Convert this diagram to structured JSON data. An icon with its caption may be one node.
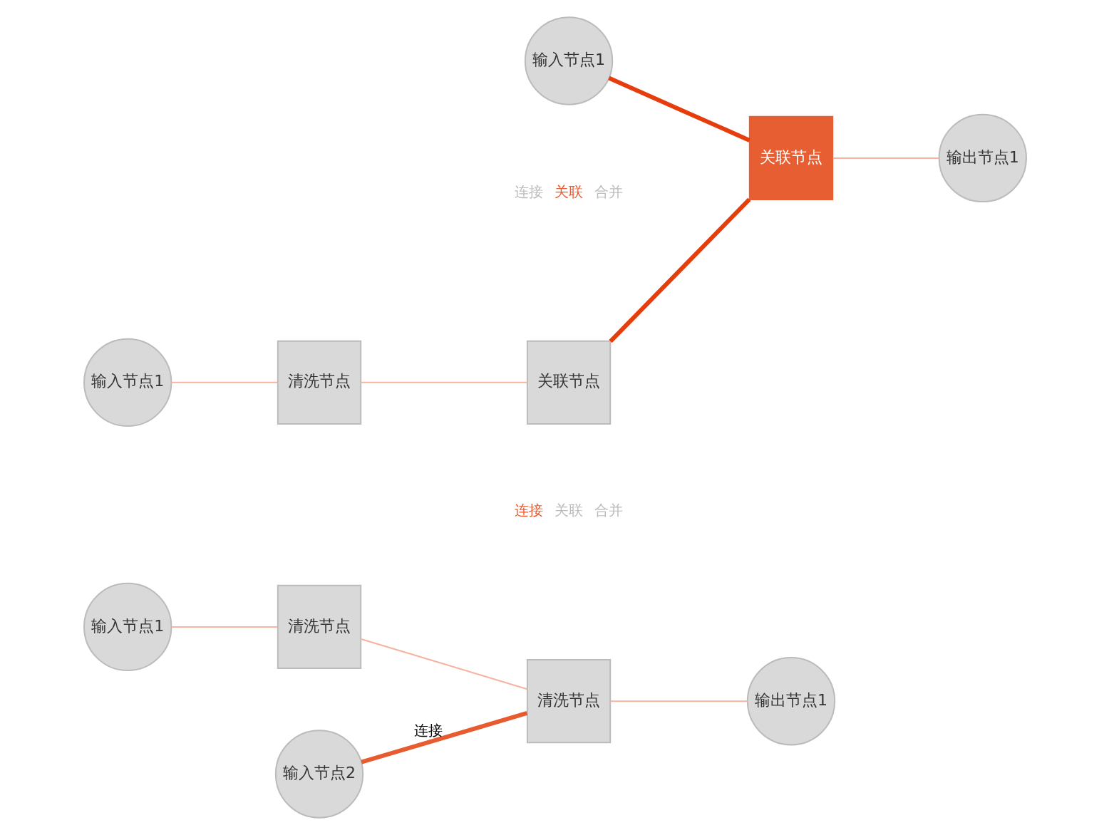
{
  "diagram": {
    "nodes": [
      {
        "text": [
          "输入节点1"
        ]
      },
      {
        "text": [
          "清洗节点"
        ]
      },
      {
        "text": [
          "清洗节点"
        ]
      },
      {
        "text": [
          "输出节点1"
        ]
      },
      {
        "text": [
          "输入节点2"
        ]
      },
      {
        "text": [
          "输入节点1"
        ]
      },
      {
        "text": [
          "清洗节点"
        ]
      },
      {
        "text": [
          "关联节点"
        ]
      },
      {
        "text": [
          "关联节点"
        ]
      },
      {
        "text": [
          "输出节点1"
        ]
      },
      {
        "text": [
          "输入节点1"
        ]
      }
    ],
    "edges": [
      {
        "from": 0,
        "to": 1,
        "arrow": "none"
      },
      {
        "from": 1,
        "to": 2,
        "arrow": "none"
      },
      {
        "from": 2,
        "to": 3,
        "arrow": "none"
      },
      {
        "from": 4,
        "to": 2,
        "arrow": "none",
        "label": "连接",
        "style": "thick",
        "color": "#e85a30"
      },
      {
        "from": 5,
        "to": 6,
        "arrow": "none"
      },
      {
        "from": 6,
        "to": 7,
        "arrow": "none"
      },
      {
        "from": 7,
        "to": 8,
        "arrow": "none",
        "style": "thick",
        "color": "#e53d0c"
      },
      {
        "from": 8,
        "to": 9,
        "arrow": "none"
      },
      {
        "from": 10,
        "to": 8,
        "arrow": "none",
        "style": "thick",
        "color": "#e53d0c"
      }
    ],
    "labels": [
      "连接",
      "关联",
      "合并",
      "连接",
      "关联",
      "合并"
    ]
  }
}
